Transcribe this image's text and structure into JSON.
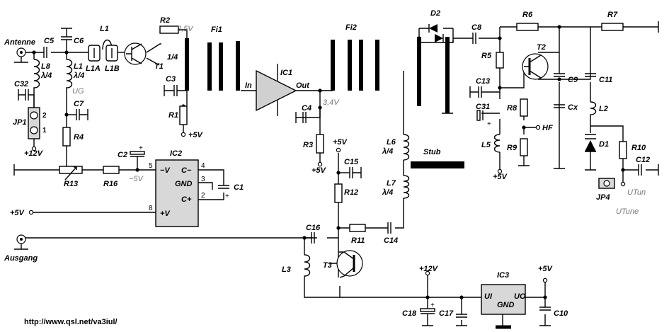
{
  "labels": {
    "antenne": "Antenne",
    "ausgang": "Ausgang",
    "url": "http://www.qsl.net/va3iul/",
    "c5": "C5",
    "c6": "C6",
    "l1": "L1",
    "l1a": "L1A",
    "l1b": "L1B",
    "t1": "T1",
    "r2": "R2",
    "v35": "3,5V",
    "fi1": "Fi1",
    "fi2": "Fi2",
    "quarter": "1/4",
    "c3": "C3",
    "r1": "R1",
    "p5v_r1": "+5V",
    "l8": "L8",
    "l8_lam": "λ/4",
    "l1b2": "L1",
    "l1_lam": "λ/4",
    "ug": "UG",
    "c32": "C32",
    "c7": "C7",
    "jp1": "JP1",
    "jp1_2": "2",
    "jp1_1": "1",
    "p12v_jp1": "+12V",
    "r4": "R4",
    "r13": "R13",
    "r16": "R16",
    "c2": "C2",
    "m5v": "−5V",
    "ic2": "IC2",
    "ic2_v": "−V",
    "ic2_cm": "C−",
    "ic2_gnd": "GND",
    "ic2_cp": "C+",
    "ic2_vp": "+V",
    "pin5": "5",
    "pin4": "4",
    "pin3": "3",
    "pin2": "2",
    "pin8": "8",
    "c1": "C1",
    "p5v_left": "+5V",
    "ic1": "IC1",
    "in": "In",
    "out": "Out",
    "v34": "3,4V",
    "c4": "C4",
    "r3": "R3",
    "p5v_r3": "+5V",
    "l6": "L6",
    "l6_lam": "λ/4",
    "l7": "L7",
    "l7_lam": "λ/4",
    "stub": "Stub",
    "p5v_c15": "+5V",
    "c15": "C15",
    "r12": "R12",
    "c16": "C16",
    "r11": "R11",
    "c14": "C14",
    "t3": "T3",
    "l3": "L3",
    "d2": "D2",
    "c8": "C8",
    "r6": "R6",
    "r7": "R7",
    "r5": "R5",
    "t2": "T2",
    "c13": "C13",
    "c31": "C31",
    "c9": "C9",
    "c11": "C11",
    "r8": "R8",
    "cx": "Cx",
    "hf": "HF",
    "l2": "L2",
    "d1": "D1",
    "r9": "R9",
    "l5": "L5",
    "p5v_l5": "+5V",
    "r10": "R10",
    "c12": "C12",
    "jp4": "JP4",
    "utun": "UTun",
    "utune": "UTune",
    "p12v_ic3": "+12V",
    "p5v_ic3": "+5V",
    "ic3": "IC3",
    "ic3_ui": "UI",
    "ic3_gnd": "GND",
    "ic3_uo": "UO",
    "c18": "C18",
    "c17": "C17",
    "c10": "C10",
    "plus": "+"
  }
}
